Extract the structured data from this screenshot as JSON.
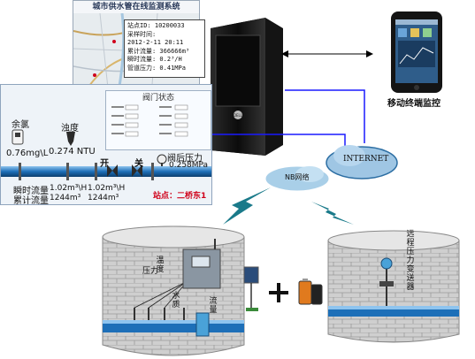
{
  "map_window": {
    "title": "城市供水管在线监测系统",
    "info": {
      "station_id": "站点ID: 10200033",
      "collect_label": "采样时间:",
      "collect_time": "2012-2-11 20:11",
      "cumulative_flow": "累计流量: 366666m³",
      "instant_flow": "瞬时流量: 0.2³/H",
      "pipe_pressure": "管道压力: 0.41MPa"
    }
  },
  "scada": {
    "chlorine_label": "余氯",
    "chlorine_value": "0.76mg\\L",
    "turbidity_label": "浊度",
    "turbidity_value": "0.274 NTU",
    "valve_title": "阀门状态",
    "open_label": "开",
    "close_label": "关",
    "post_valve_label": "阀后压力",
    "post_valve_value": "0.258MPa",
    "instant_flow_label": "瞬时流量",
    "instant_flow_value1": "1.02m³\\H",
    "instant_flow_value2": "1.02m³\\H",
    "total_flow_label": "累计流量",
    "total_flow_value1": "1244m³",
    "total_flow_value2": "1244m³",
    "station_name": "站点：二桥东1"
  },
  "labels": {
    "mobile": "移动终端监控",
    "internet": "INTERNET",
    "nb_network": "NB网络",
    "pressure": "压力",
    "temperature": "温度",
    "water_quality": "水质",
    "flow": "流量",
    "remote_pressure_transmitter": "远程压力变送器"
  },
  "colors": {
    "network_line": "#1a1aff",
    "pipe": "#1d6fb8",
    "cloud": "#9fc6e4",
    "wireless": "#1a7a8a",
    "red": "#d0021b"
  }
}
